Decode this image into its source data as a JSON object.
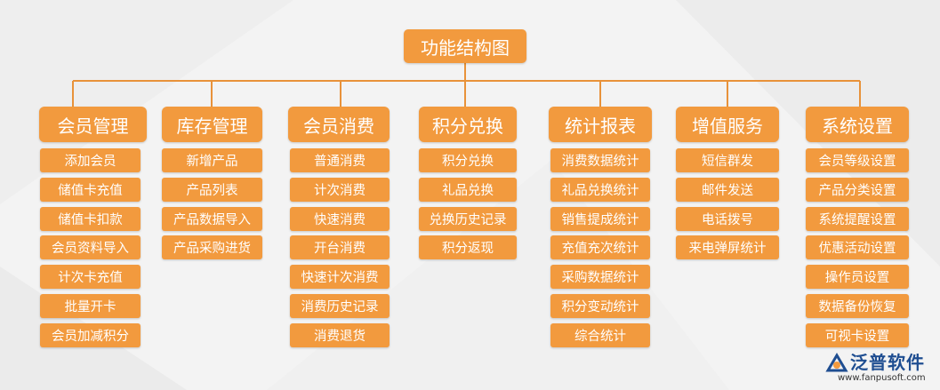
{
  "title": "功能结构图",
  "colors": {
    "box": "#f29a3e",
    "line": "#e8923a",
    "background": "#f3f3f3"
  },
  "columns": [
    {
      "title": "会员管理",
      "items": [
        "添加会员",
        "储值卡充值",
        "储值卡扣款",
        "会员资料导入",
        "计次卡充值",
        "批量开卡",
        "会员加减积分"
      ]
    },
    {
      "title": "库存管理",
      "items": [
        "新增产品",
        "产品列表",
        "产品数据导入",
        "产品采购进货"
      ]
    },
    {
      "title": "会员消费",
      "items": [
        "普通消费",
        "计次消费",
        "快速消费",
        "开台消费",
        "快速计次消费",
        "消费历史记录",
        "消费退货"
      ]
    },
    {
      "title": "积分兑换",
      "items": [
        "积分兑换",
        "礼品兑换",
        "兑换历史记录",
        "积分返现"
      ]
    },
    {
      "title": "统计报表",
      "items": [
        "消费数据统计",
        "礼品兑换统计",
        "销售提成统计",
        "充值充次统计",
        "采购数据统计",
        "积分变动统计",
        "综合统计"
      ]
    },
    {
      "title": "增值服务",
      "items": [
        "短信群发",
        "邮件发送",
        "电话拨号",
        "来电弹屏统计"
      ]
    },
    {
      "title": "系统设置",
      "items": [
        "会员等级设置",
        "产品分类设置",
        "系统提醒设置",
        "优惠活动设置",
        "操作员设置",
        "数据备份恢复",
        "可视卡设置"
      ]
    }
  ],
  "logo": {
    "name": "泛普软件",
    "url": "www.fanpusoft.com",
    "icon": "fanpu-logo-icon"
  }
}
